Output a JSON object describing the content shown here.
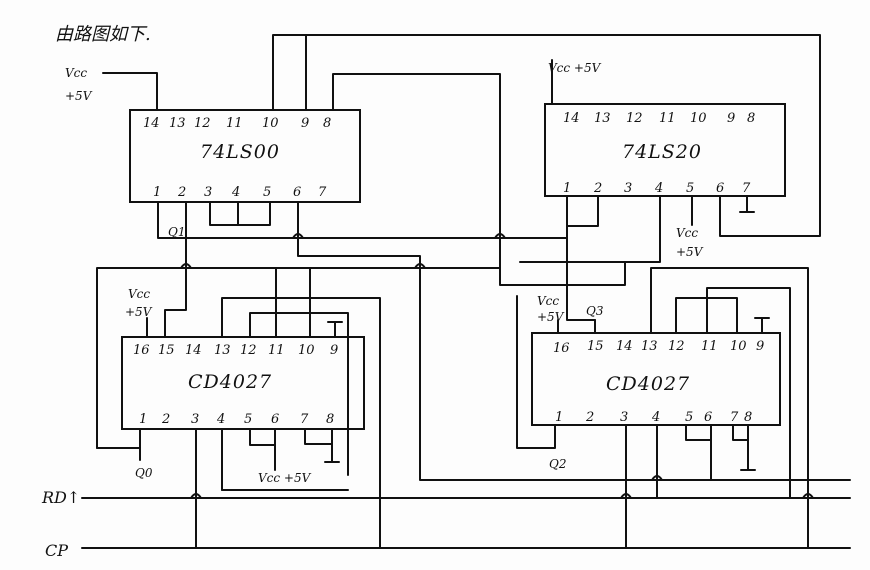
{
  "title": "由路图如下.",
  "chips": {
    "u1": {
      "name": "74LS00",
      "top_pins": [
        "14",
        "13",
        "12",
        "11",
        "10",
        "9",
        "8"
      ],
      "bottom_pins": [
        "1",
        "2",
        "3",
        "4",
        "5",
        "6",
        "7"
      ]
    },
    "u2": {
      "name": "74LS20",
      "top_pins": [
        "14",
        "13",
        "12",
        "11",
        "10",
        "9",
        "8"
      ],
      "bottom_pins": [
        "1",
        "2",
        "3",
        "4",
        "5",
        "6",
        "7"
      ]
    },
    "u3": {
      "name": "CD4027",
      "top_pins": [
        "16",
        "15",
        "14",
        "13",
        "12",
        "11",
        "10",
        "9"
      ],
      "bottom_pins": [
        "1",
        "2",
        "3",
        "4",
        "5",
        "6",
        "7",
        "8"
      ]
    },
    "u4": {
      "name": "CD4027",
      "top_pins": [
        "16",
        "15",
        "14",
        "13",
        "12",
        "11",
        "10",
        "9"
      ],
      "bottom_pins": [
        "1",
        "2",
        "3",
        "4",
        "5",
        "6",
        "7",
        "8"
      ]
    }
  },
  "labels": {
    "vcc_u1_a": "Vcc",
    "vcc_u1_b": "+5V",
    "vcc_u2": "Vcc +5V",
    "vcc_u2_mid_a": "Vcc",
    "vcc_u2_mid_b": "+5V",
    "vcc_u3_a": "Vcc",
    "vcc_u3_b": "+5V",
    "vcc_u3_bottom": "Vcc +5V",
    "vcc_u4_a": "Vcc",
    "vcc_u4_b": "+5V",
    "q0": "Q0",
    "q1": "Q1",
    "q2": "Q2",
    "q3": "Q3",
    "rd": "RD↑",
    "cp": "CP"
  }
}
